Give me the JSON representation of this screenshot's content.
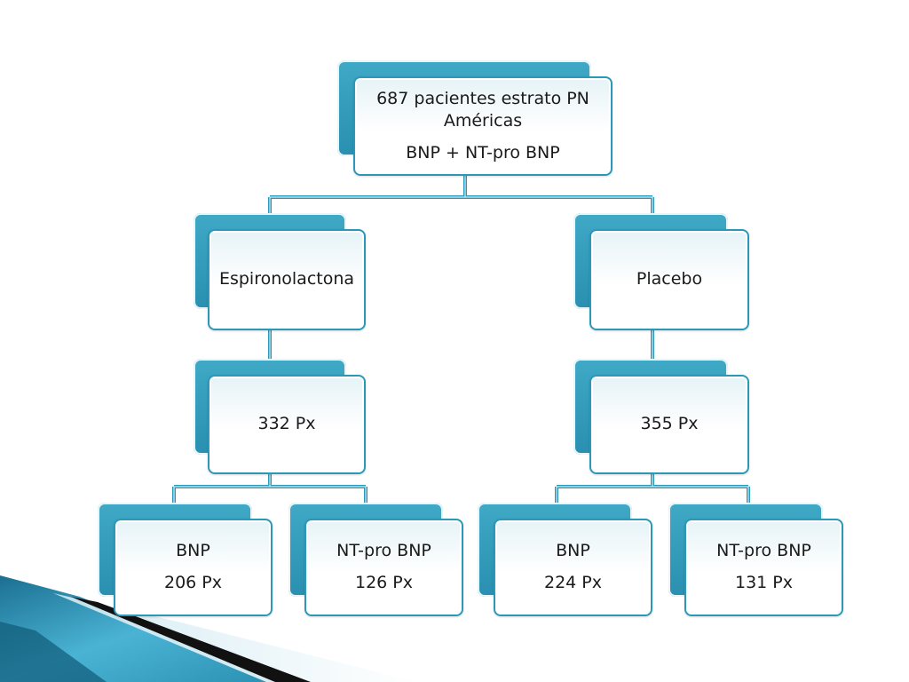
{
  "diagram": {
    "root": {
      "line1": "687 pacientes estrato PN",
      "line2": "Américas",
      "line3": "BNP + NT-pro BNP"
    },
    "left_branch": {
      "label": "Espironolactona",
      "count": "332 Px",
      "children": [
        {
          "title": "BNP",
          "value": "206 Px"
        },
        {
          "title": "NT-pro BNP",
          "value": "126 Px"
        }
      ]
    },
    "right_branch": {
      "label": "Placebo",
      "count": "355 Px",
      "children": [
        {
          "title": "BNP",
          "value": "224 Px"
        },
        {
          "title": "NT-pro BNP",
          "value": "131 Px"
        }
      ]
    }
  },
  "colors": {
    "accent": "#2b98b8",
    "accent_dark": "#1f6f8b",
    "connector": "#2b98b8"
  }
}
